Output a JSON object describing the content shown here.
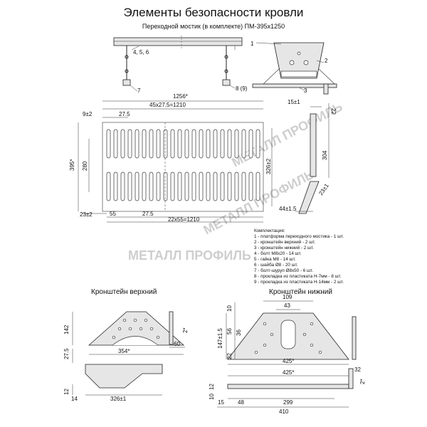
{
  "header": {
    "title": "Элементы безопасности кровли",
    "subtitle": "Переходной мостик (в комплекте) ПМ-395х1250"
  },
  "top_assembly": {
    "callouts": [
      "4, 5, 6",
      "7",
      "8 (9)"
    ]
  },
  "side_view": {
    "callouts": [
      "1",
      "2",
      "3"
    ]
  },
  "plan_view": {
    "dims": {
      "overall": "1256*",
      "pitch_total": "45x27.5=1210",
      "edge": "9±2",
      "pitch": "27.5",
      "width": "395*",
      "inner": "280",
      "inner2": "326±2",
      "bottom_edge": "23±2",
      "spacing": "55",
      "spacing_half": "27.5",
      "spacing_total": "22x55=1210"
    }
  },
  "detail_view": {
    "dims": {
      "top": "15±1",
      "right": "22",
      "height": "304",
      "angle": "23±1",
      "base": "44±1.5"
    }
  },
  "watermark": {
    "diag1": "МЕТАЛЛ ПРОФИЛЬ",
    "diag2": "МЕТАЛЛ ПРОФИЛЬ",
    "center": "МЕТАЛЛ ПРОФИЛЬ"
  },
  "legend": {
    "heading": "Комплектация:",
    "items": [
      "1 - платформа переходного мостика - 1 шт.",
      "2 - кронштейн верхний - 2 шт.",
      "3 - кронштейн нижний - 2 шт.",
      "4 - болт М8х20 - 14 шт.",
      "5 - гайка М8 - 14 шт.",
      "6 - шайба Ø8 - 20 шт.",
      "7 - болт-шуруп Ø8х50 - 6 шт.",
      "8 - прокладка из пластиката Н-7мм - 8 шт.",
      "9 - прокладка из пластиката Н-14мм - 2 шт."
    ]
  },
  "bracket_upper": {
    "title": "Кронштейн верхний",
    "dims": {
      "h1": "142",
      "base": "354*",
      "side": "2*",
      "w": "60",
      "h2": "27.5",
      "h3": "12",
      "offset": "14",
      "len": "326±1"
    }
  },
  "bracket_lower": {
    "title": "Кронштейн нижний",
    "dims": {
      "top": "109",
      "slot": "43",
      "h10": "10",
      "h36": "36",
      "h56": "56",
      "h147": "147±1.5",
      "h22": "22",
      "base": "425*",
      "base2": "425*",
      "w32": "32",
      "side": "2*",
      "h12": "12",
      "h10b": "10",
      "d15": "15",
      "d48": "48",
      "d299": "299",
      "total": "410"
    }
  }
}
